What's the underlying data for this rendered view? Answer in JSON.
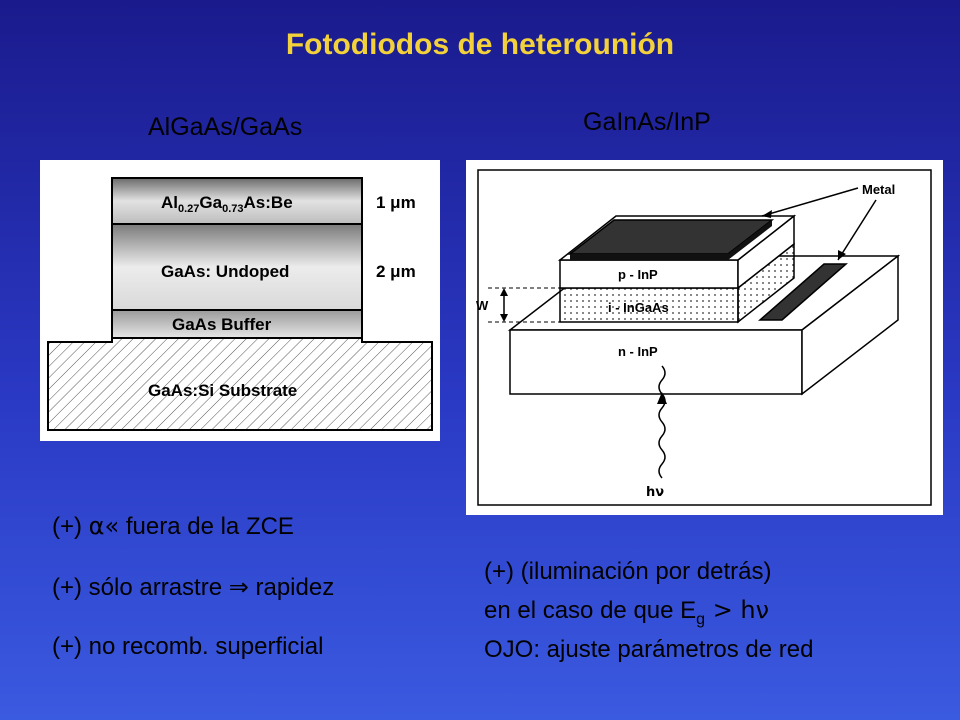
{
  "title": "Fotodiodos de heterounión",
  "left": {
    "subtitle": "AlGaAs/GaAs",
    "layers": {
      "top_label_pre": "Al",
      "top_sub1": "0.27",
      "top_mid": "Ga",
      "top_sub2": "0.73",
      "top_post": "As:Be",
      "top_thickness": "1 μm",
      "undoped": "GaAs: Undoped",
      "undoped_thickness": "2 μm",
      "buffer": "GaAs Buffer",
      "substrate": "GaAs:Si Substrate"
    },
    "bullets": [
      {
        "prefix": "(+) ",
        "symbol": "α«",
        "text": "  fuera de la ZCE"
      },
      {
        "prefix": "(+) sólo arrastre ",
        "symbol": "⇒",
        "text": " rapidez"
      },
      {
        "prefix": "(+) no recomb. superficial",
        "symbol": "",
        "text": ""
      }
    ]
  },
  "right": {
    "subtitle": "GaInAs/InP",
    "labels": {
      "metal": "Metal",
      "p_layer": "p - InP",
      "i_layer": "i - InGaAs",
      "n_layer": "n - InP",
      "w": "W",
      "light": "hν"
    },
    "notes": {
      "line1": "(+) (iluminación por detrás)",
      "line2_pre": "en el caso de que E",
      "line2_sub": "g",
      "line2_post": " > hν",
      "line3": "OJO: ajuste parámetros de red"
    }
  },
  "colors": {
    "title": "#f2d13a",
    "background_top": "#1a1a8c",
    "background_bottom": "#3a5ae0"
  }
}
